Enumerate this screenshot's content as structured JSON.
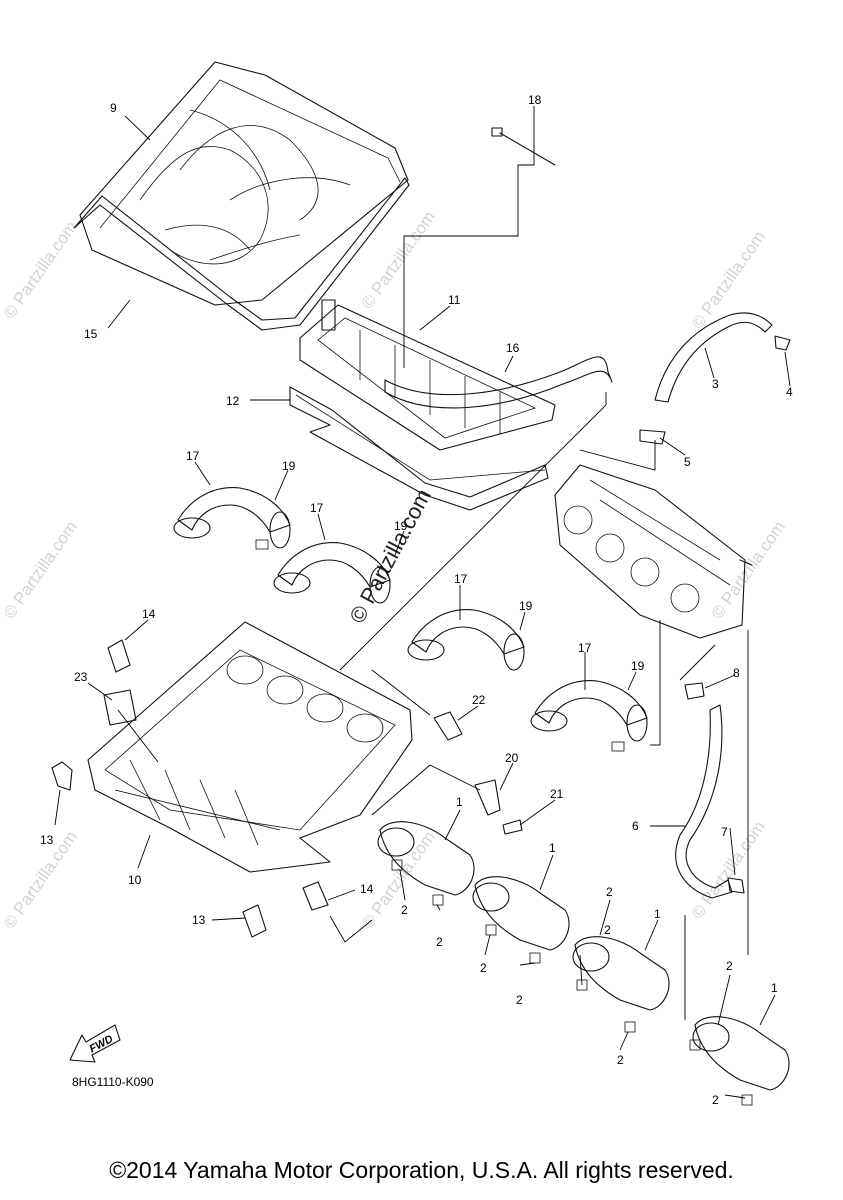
{
  "diagram": {
    "callouts": {
      "c1a": "1",
      "c1b": "1",
      "c1c": "1",
      "c1d": "1",
      "c2a": "2",
      "c2b": "2",
      "c2c": "2",
      "c2d": "2",
      "c2e": "2",
      "c2f": "2",
      "c2g": "2",
      "c2h": "2",
      "c2i": "2",
      "c3": "3",
      "c4": "4",
      "c5": "5",
      "c6": "6",
      "c7": "7",
      "c8": "8",
      "c9": "9",
      "c10": "10",
      "c11": "11",
      "c12": "12",
      "c13a": "13",
      "c13b": "13",
      "c14a": "14",
      "c14b": "14",
      "c15": "15",
      "c16": "16",
      "c17a": "17",
      "c17b": "17",
      "c17c": "17",
      "c17d": "17",
      "c18": "18",
      "c19a": "19",
      "c19b": "19",
      "c19c": "19",
      "c19d": "19",
      "c20": "20",
      "c21": "21",
      "c22": "22",
      "c23": "23"
    },
    "fwd_label": "FWD",
    "diagram_code": "8HG1110-K090",
    "watermark_small": "© Partzilla.com",
    "watermark_center": "© Partzilla.com"
  },
  "footer": {
    "copyright": "©2014 Yamaha Motor Corporation, U.S.A. All rights reserved."
  }
}
